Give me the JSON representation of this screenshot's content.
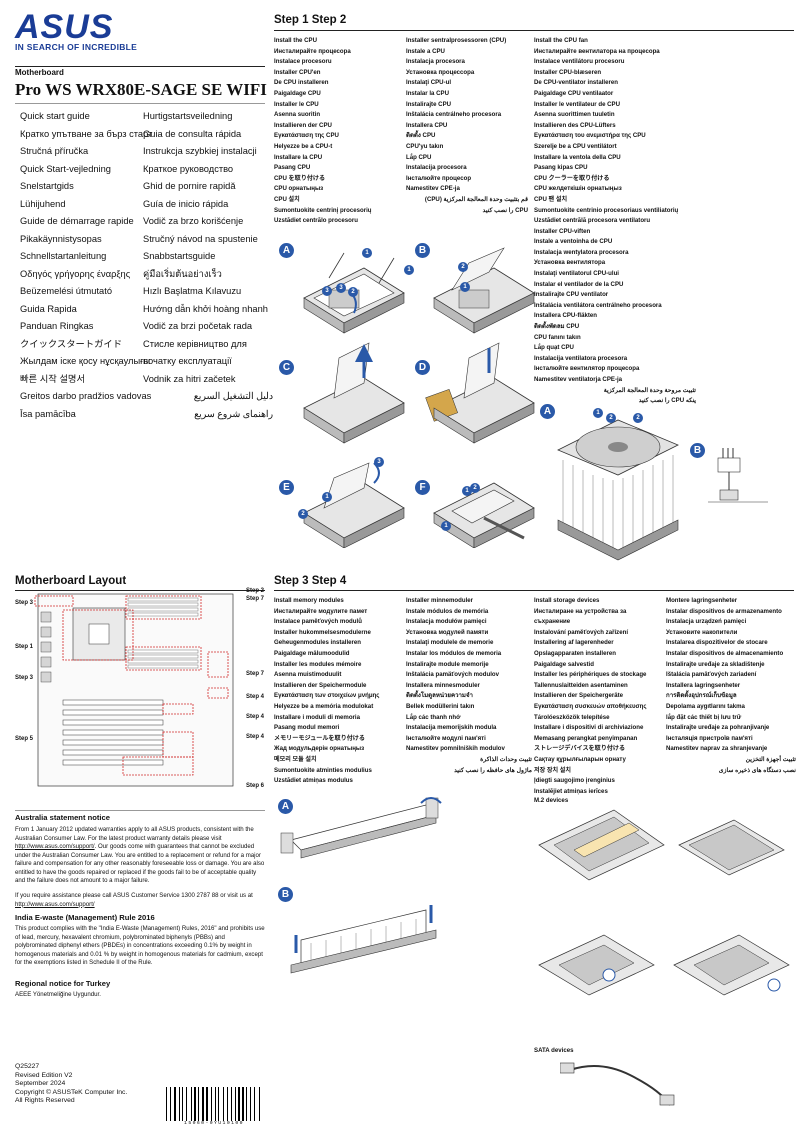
{
  "brand": {
    "logo_text": "ASUS",
    "tagline": "IN SEARCH OF INCREDIBLE",
    "color": "#1a3c96"
  },
  "cover": {
    "section": "Motherboard",
    "model": "Pro WS WRX80E-SAGE SE WIFI",
    "guides_left": [
      "Quick start guide",
      "Кратко упътване за бърз старт",
      "Stručná příručka",
      "Quick Start-vejledning",
      "Snelstartgids",
      "Lühijuhend",
      "Guide de démarrage rapide",
      "Pikakäynnistysopas",
      "Schnellstartanleitung",
      "Οδηγός γρήγορης έναρξης",
      "Beüzemelési útmutató",
      "Guida Rapida",
      "Panduan Ringkas",
      "クイックスタートガイド",
      "Жылдам іске қосу нұсқаулығы",
      "빠른 시작 설명서",
      "Greitos darbo pradžios vadovas",
      "Īsa pamācība"
    ],
    "guides_right": [
      "Hurtigstartsveiledning",
      "Guia de consulta rápida",
      "Instrukcja szybkiej instalacji",
      "Краткое руководство",
      "Ghid de pornire rapidă",
      "Guía de inicio rápida",
      "Vodič za brzo korišćenje",
      "Stručný návod na spustenie",
      "Snabbstartsguide",
      "คู่มือเริ่มต้นอย่างเร็ว",
      "Hızlı Başlatma Kılavuzu",
      "Hướng dẫn khởi hoàng nhanh",
      "Vodič za brzi početak rada",
      "Стисле керівництво для початку експлуатації",
      "Vodnik za hitri začetek",
      "دليل التشغيل السريع",
      "راهنمای شروع سریع"
    ]
  },
  "step12": {
    "title": "Step 1 Step 2",
    "col1": [
      "Install the CPU",
      "Инсталирайте процесора",
      "Instalace procesoru",
      "Installer CPU'en",
      "De CPU installeren",
      "Paigaldage CPU",
      "Installer le CPU",
      "Asenna suoritin",
      "Installieren der CPU",
      "Εγκατάσταση της CPU",
      "Helyezze be a CPU-t",
      "Installare la CPU",
      "Pasang CPU",
      "CPU を取り付ける",
      "CPU орнатыңыз",
      "CPU 설치",
      "Sumontuokite centrinį procesorių",
      "Uzstādiet centrālo procesoru"
    ],
    "col2": [
      "Installer sentralprosessoren (CPU)",
      "Instale a CPU",
      "Instalacja procesora",
      "Установка процессора",
      "Instalaţi CPU-ul",
      "Instalar la CPU",
      "Instalirajte CPU",
      "Inštalácia centrálneho procesora",
      "Installera CPU",
      "ติดตั้ง CPU",
      "CPU'yu takın",
      "Lắp CPU",
      "Instalacija procesora",
      "Інсталюйте процесор",
      "Namestitev CPE-ja",
      "قم بتثبيت وحدة المعالجة المركزية (CPU)",
      "CPU را نصب کنید"
    ],
    "col3": [
      "Install the CPU fan",
      "Инсталирайте вентилатора на процесора",
      "Instalace ventilátoru procesoru",
      "Installer CPU-blæseren",
      "De CPU-ventilator installeren",
      "Paigaldage CPU ventilaator",
      "Installer le ventilateur de CPU",
      "Asenna suorittimen tuuletin",
      "Installieren des CPU-Lüfters",
      "Εγκατάσταση του ανεμιστήρα της CPU",
      "Szerelje be a CPU ventilátort",
      "Installare la ventola della CPU",
      "Pasang kipas CPU",
      "CPU クーラーを取り付ける",
      "CPU желдеткішін орнатыңыз",
      "CPU 팬 설치",
      "Sumontuokite centrinio procesoriaus ventiliatorių",
      "Uzstādiet centrālā procesora ventilatoru",
      "Installer CPU-viften",
      "Instale a ventoinha de CPU",
      "Instalacja wentylatora procesora",
      "Установка вентилятора",
      "Instalaţi ventilatorul CPU-ului",
      "Instalar el ventilador de la CPU",
      "Instalirajte CPU ventilator",
      "Inštalácia ventilátora centrálneho procesora",
      "Installera CPU-fläkten",
      "ติดตั้งพัดลม CPU",
      "CPU fanını takın",
      "Lắp quạt CPU",
      "Instalacija ventilatora procesora",
      "Інсталюйте вентилятор процесора",
      "Namestitev ventilatorja CPE-ja",
      "تثبيت مروحة وحدة المعالجة المركزية",
      "پنکه CPU را نصب کنید"
    ],
    "fig_labels": [
      "A",
      "B",
      "C",
      "D",
      "E",
      "F"
    ],
    "fan_labels": [
      "A",
      "B"
    ]
  },
  "layout": {
    "title": "Motherboard Layout",
    "steps_left": [
      "Step 3",
      "Step 1",
      "Step 3",
      "Step 5"
    ],
    "steps_right": [
      "Step 2",
      "Step 7",
      "Step 7",
      "Step 4",
      "Step 4",
      "Step 4",
      "Step 6"
    ]
  },
  "step34": {
    "title": "Step 3 Step 4",
    "col1": [
      "Install memory modules",
      "Инсталирайте модулите памет",
      "Instalace paměťových modulů",
      "Installer hukommelsesmodulerne",
      "Geheugenmodules installeren",
      "Paigaldage mälumoodulid",
      "Installer les modules mémoire",
      "Asenna muistimoduulit",
      "Installieren der Speichermodule",
      "Εγκατάσταση των στοιχείων μνήμης",
      "Helyezze be a memória modulokat",
      "Installare i moduli di memoria",
      "Pasang modul memori",
      "メモリーモジュールを取り付ける",
      "Жад модульдерін орнатыңыз",
      "메모리 모듈 설치",
      "Sumontuokite atminties modulius",
      "Uzstādiet atmiņas modulus"
    ],
    "col2": [
      "Installer minnemoduler",
      "Instale módulos de memória",
      "Instalacja modułów pamięci",
      "Установка модулей памяти",
      "Instalaţi modulele de memorie",
      "Instalar los módulos de memoria",
      "Instalirajte module memorije",
      "Inštalácia pamäťových modulov",
      "Installera minnesmoduler",
      "ติดตั้งโมดูลหน่วยความจำ",
      "Bellek modüllerini takın",
      "Lắp các thanh nhớ",
      "Instalacija memorijskih modula",
      "Інсталюйте модулі пам'яті",
      "Namestitev pomnilniških modulov",
      "تثبيت وحدات الذاكرة",
      "ماژول های حافظه را نصب کنید"
    ],
    "col3": [
      "Install storage devices",
      "Инсталиране на устройства за съхранение",
      "Instalování paměťových zařízení",
      "Installering af lagerenheder",
      "Opslagapparaten installeren",
      "Paigaldage salvestid",
      "Installer les périphériques de stockage",
      "Tallennuslaitteiden asentaminen",
      "Installieren der Speichergeräte",
      "Εγκατάσταση συσκευών αποθήκευσης",
      "Tárolóeszközök telepítése",
      "Installare i dispositivi di archiviazione",
      "Memasang perangkat penyimpanan",
      "ストレージデバイスを取り付ける",
      "Сақтау құрылғыларын орнату",
      "저장 장치 설치",
      "Įdiegti saugojimo įrenginius",
      "Instalējiet atmiņas ierīces"
    ],
    "col4": [
      "Montere lagringsenheter",
      "Instalar dispositivos de armazenamento",
      "Instalacja urządzeń pamięci",
      "Установите накопители",
      "Instalarea dispozitivelor de stocare",
      "Instalar dispositivos de almacenamiento",
      "Instalirajte uređaje za skladištenje",
      "Ištalácia pamäťových zariadení",
      "Installera lagringsenheter",
      "การติดตั้งอุปกรณ์เก็บข้อมูล",
      "Depolama aygıtlarını takma",
      "lắp đặt các thiết bị lưu trữ",
      "Instalirajte uređaje za pohranjivanje",
      "Інсталяція пристроїв пам'яті",
      "Namestitev naprav za shranjevanje",
      "تثبيت أجهزة التخزين",
      "نصب دستگاه های ذخیره سازی"
    ],
    "fig_labels": [
      "A",
      "B"
    ],
    "m2_heading": "M.2 devices",
    "sata_heading": "SATA devices"
  },
  "notices": {
    "australia_title": "Australia statement notice",
    "australia_p1_a": "From 1 January 2012 updated warranties apply to all ASUS products, consistent with the Australian Consumer Law. For the latest product warranty details please visit ",
    "australia_p1_link": "http://www.asus.com/support/",
    "australia_p1_b": ". Our goods come with guarantees that cannot be excluded under the Australian Consumer Law. You are entitled to a replacement or refund for a major failure and compensation for any other reasonably foreseeable loss or damage. You are also entitled to have the goods repaired or replaced if the goods fail to be of acceptable quality and the failure does not amount to a major failure.",
    "australia_p2": "If you require assistance please call ASUS Customer Service 1300 2787 88 or visit us at",
    "australia_p2_link": "http://www.asus.com/support/",
    "india_title": "India E-waste (Management) Rule 2016",
    "india_p": "This product complies with the \"India E-Waste (Management) Rules, 2016\" and prohibits use of lead, mercury, hexavalent chromium, polybrominated biphenyls (PBBs) and polybrominated diphenyl ethers (PBDEs) in concentrations exceeding 0.1% by weight in homogenous materials and 0.01 % by weight in homogenous materials for cadmium, except for the exemptions listed in Schedule II of the Rule.",
    "turkey_title": "Regional notice for Turkey",
    "turkey_p": "AEEE Yönetmeliğine Uygundur."
  },
  "footer": {
    "code": "Q25227",
    "edition": "Revised Edition V2",
    "date": "September 2024",
    "copyright": "Copyright © ASUSTeK Computer Inc.",
    "rights": "All Rights Reserved",
    "barcode_number": "15060-0YU10100"
  },
  "colors": {
    "accent_blue": "#2a59a8",
    "step_red": "#d12a2a"
  }
}
